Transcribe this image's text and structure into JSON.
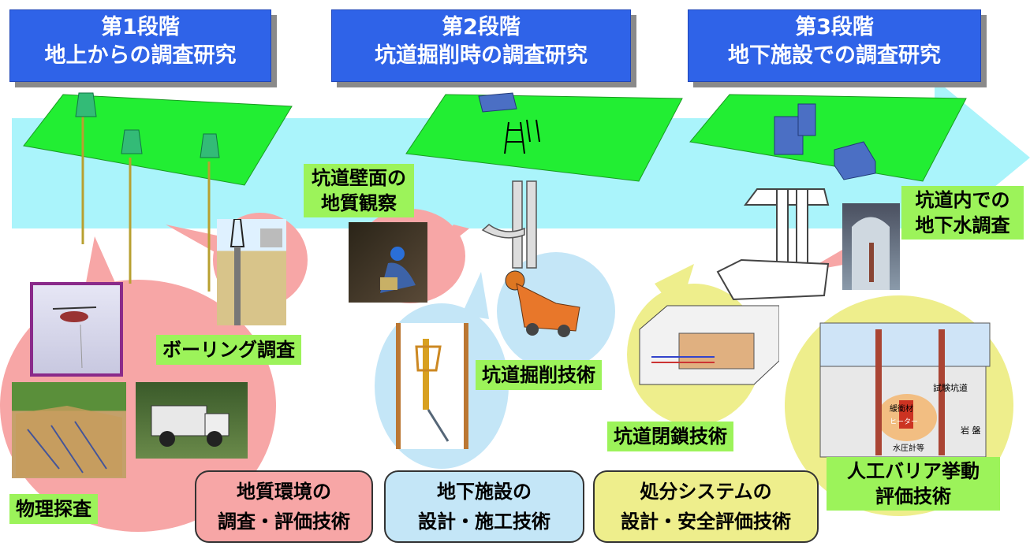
{
  "stages": [
    {
      "title": "第1段階",
      "subtitle": "地上からの調査研究"
    },
    {
      "title": "第2段階",
      "subtitle": "坑道掘削時の調査研究"
    },
    {
      "title": "第3段階",
      "subtitle": "地下施設での調査研究"
    }
  ],
  "labels": {
    "wall_observation_1": "坑道壁面の",
    "wall_observation_2": "地質観察",
    "groundwater_1": "坑道内での",
    "groundwater_2": "地下水調査",
    "boring": "ボーリング調査",
    "excavation": "坑道掘削技術",
    "closure": "坑道閉鎖技術",
    "barrier_1": "人工バリア挙動",
    "barrier_2": "評価技術",
    "physical": "物理探査"
  },
  "diagram_text": {
    "test_tunnel": "試験坑道",
    "buffer": "緩衝材",
    "heater": "ヒーター",
    "rock": "岩 盤",
    "piezometer": "水圧計等"
  },
  "categories": [
    {
      "line1": "地質環境の",
      "line2": "調査・評価技術",
      "color": "#f7a6a6"
    },
    {
      "line1": "地下施設の",
      "line2": "設計・施工技術",
      "color": "#c4e6f7"
    },
    {
      "line1": "処分システムの",
      "line2": "設計・安全評価技術",
      "color": "#eeee8c"
    }
  ],
  "colors": {
    "stage_box": "#2f63e8",
    "arrow": "#aaf4fb",
    "ground": "#22ee33",
    "label": "#9cf35a",
    "pink_bubble": "#f7a6a6",
    "blue_bubble": "#c4e6f7",
    "yellow_bubble": "#eeee8c"
  }
}
